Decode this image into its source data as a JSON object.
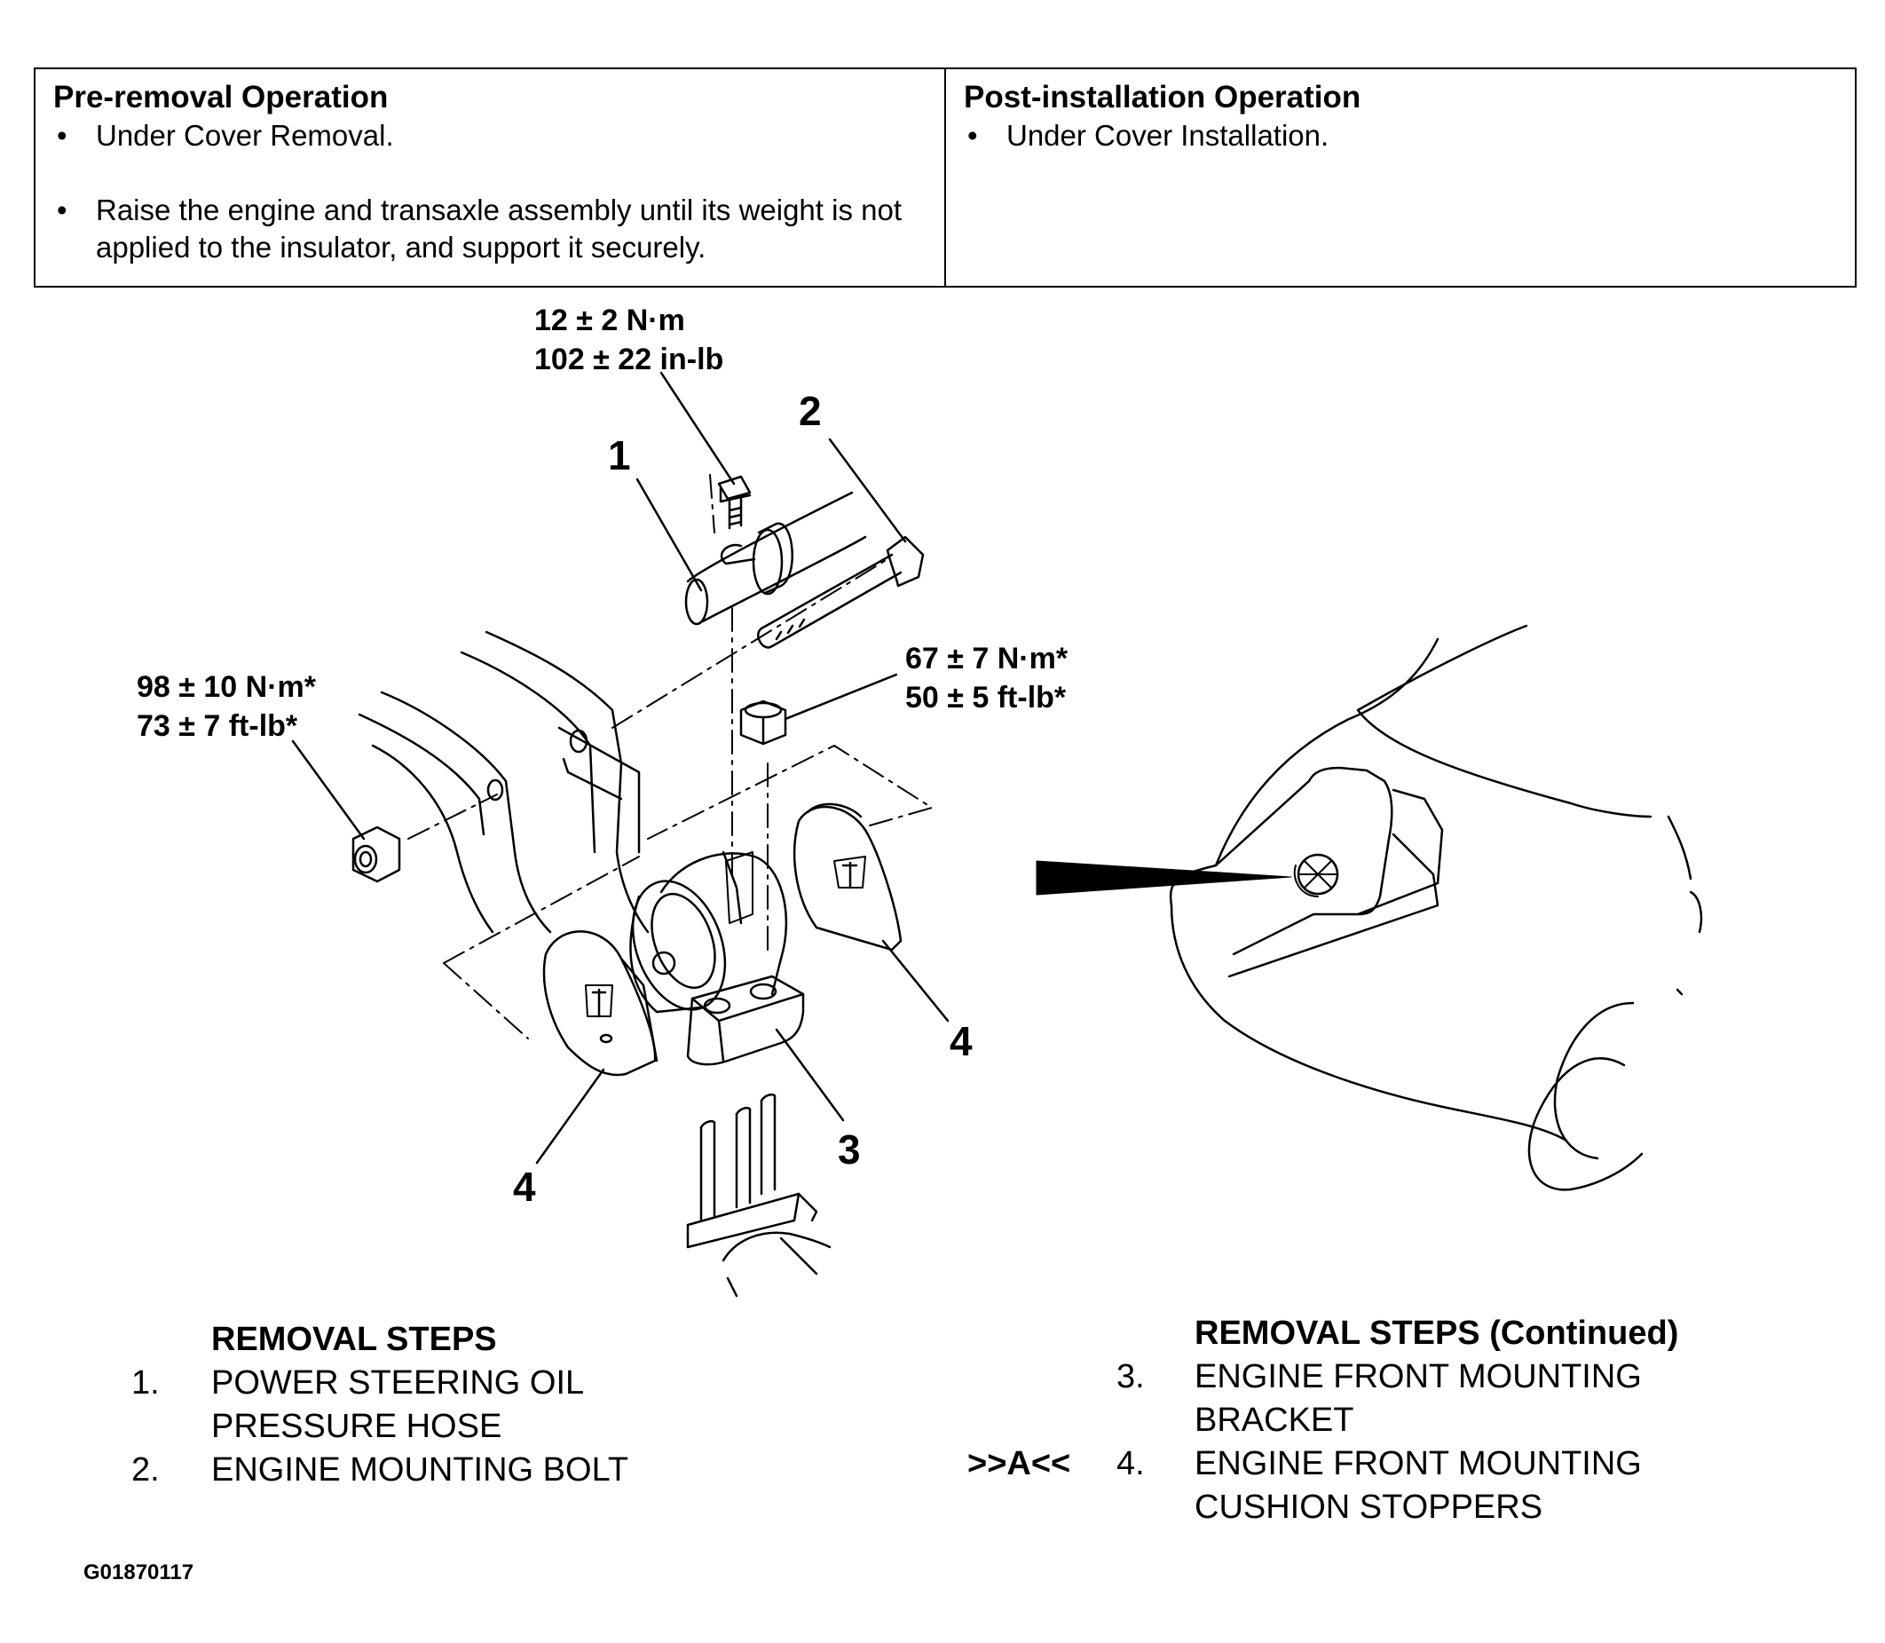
{
  "operations": {
    "pre_removal": {
      "heading": "Pre-removal Operation",
      "items": [
        "Under Cover Removal.",
        "Raise the engine and transaxle assembly until its weight is not applied to the insulator, and support it securely."
      ]
    },
    "post_installation": {
      "heading": "Post-installation Operation",
      "items": [
        "Under Cover Installation."
      ]
    }
  },
  "diagram": {
    "torque_top": {
      "line1": "12 ± 2 N·m",
      "line2": "102 ± 22 in-lb"
    },
    "torque_left": {
      "line1": "98 ± 10 N·m*",
      "line2": "73 ± 7 ft-lb*"
    },
    "torque_right": {
      "line1": "67 ± 7 N·m*",
      "line2": "50 ± 5 ft-lb*"
    },
    "callouts": [
      "1",
      "2",
      "3",
      "4",
      "4"
    ]
  },
  "removal_steps": {
    "title": "REMOVAL STEPS",
    "items": [
      {
        "num": "1.",
        "line1": "POWER STEERING OIL",
        "line2": "PRESSURE HOSE"
      },
      {
        "num": "2.",
        "line1": "ENGINE MOUNTING BOLT",
        "line2": ""
      }
    ]
  },
  "removal_steps_continued": {
    "title": "REMOVAL STEPS (Continued)",
    "tag": ">>A<<",
    "items": [
      {
        "num": "3.",
        "line1": "ENGINE FRONT MOUNTING",
        "line2": "BRACKET"
      },
      {
        "num": "4.",
        "line1": "ENGINE FRONT MOUNTING",
        "line2": "CUSHION STOPPERS"
      }
    ]
  },
  "figure_code": "G01870117"
}
